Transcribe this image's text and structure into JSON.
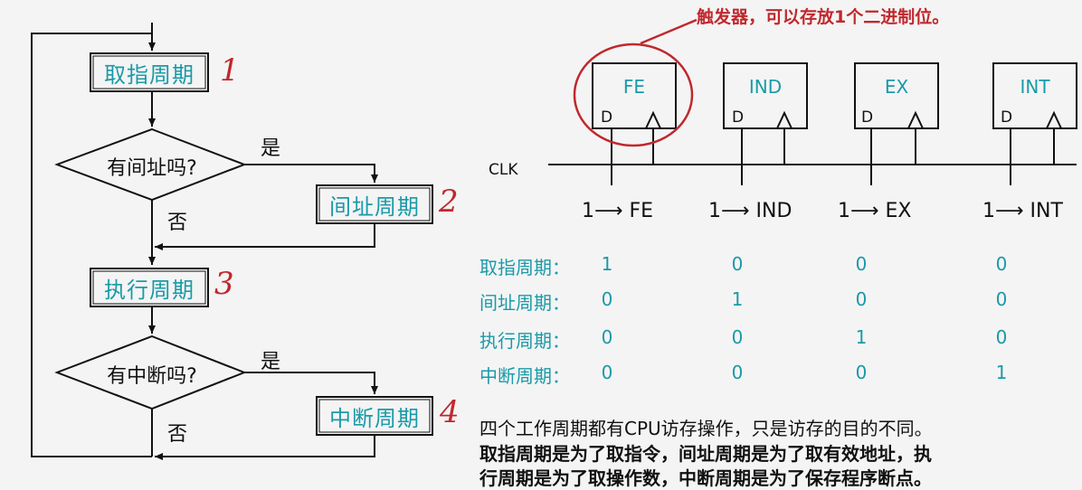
{
  "flowchart": {
    "fetch": "取指周期",
    "q_indirect": "有间址吗?",
    "indirect": "间址周期",
    "execute": "执行周期",
    "q_interrupt": "有中断吗?",
    "interrupt": "中断周期",
    "yes1": "是",
    "no1": "否",
    "yes2": "是",
    "no2": "否"
  },
  "annotations": {
    "n1": "1",
    "n2": "2",
    "n3": "3",
    "n4": "4"
  },
  "callout": "触发器，可以存放1个二进制位。",
  "flipflops": {
    "ff1": "FE",
    "ff2": "IND",
    "ff3": "EX",
    "ff4": "INT",
    "d": "D",
    "clk": "CLK"
  },
  "assignments": {
    "a1": "1⟶ FE",
    "a2": "1⟶ IND",
    "a3": "1⟶ EX",
    "a4": "1⟶ INT"
  },
  "table": {
    "rows": [
      {
        "label": "取指周期：",
        "values": [
          "1",
          "0",
          "0",
          "0"
        ]
      },
      {
        "label": "间址周期：",
        "values": [
          "0",
          "1",
          "0",
          "0"
        ]
      },
      {
        "label": "执行周期：",
        "values": [
          "0",
          "0",
          "1",
          "0"
        ]
      },
      {
        "label": "中断周期：",
        "values": [
          "0",
          "0",
          "0",
          "1"
        ]
      }
    ]
  },
  "notes": {
    "line1": "四个工作周期都有CPU访存操作，只是访存的目的不同。",
    "line2": "取指周期是为了取指令，间址周期是为了取有效地址，执",
    "line3": "行周期是为了取操作数，中断周期是为了保存程序断点。"
  },
  "colors": {
    "accent_teal": "#1a9aa8",
    "annotation_red": "#c0282d",
    "line_black": "#111111"
  }
}
